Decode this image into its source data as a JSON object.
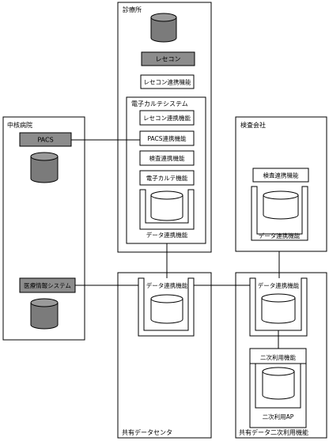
{
  "clinic": {
    "title": "診療所",
    "receipt_computer": "レセコン",
    "receipt_link": "レセコン連携機能",
    "emr_system": {
      "title": "電子カルテシステム",
      "receipt_link": "レセコン連携機能",
      "pacs_link": "PACS連携機能",
      "exam_link": "検査連携機能",
      "emr_function": "電子カルテ機能",
      "data_link": "データ連携機能"
    }
  },
  "hospital": {
    "title": "中核病院",
    "pacs": "PACS",
    "his": "医療情報システム"
  },
  "lab_company": {
    "title": "検査会社",
    "exam_link": "検査連携機能",
    "data_link": "データ連携機能"
  },
  "data_center": {
    "title": "共有データセンタ",
    "data_link": "データ連携機能"
  },
  "secondary_center": {
    "title": "共有データ二次利用機能",
    "data_link": "データ連携機能",
    "secondary_function": "二次利用機能",
    "secondary_app": "二次利用AP"
  }
}
